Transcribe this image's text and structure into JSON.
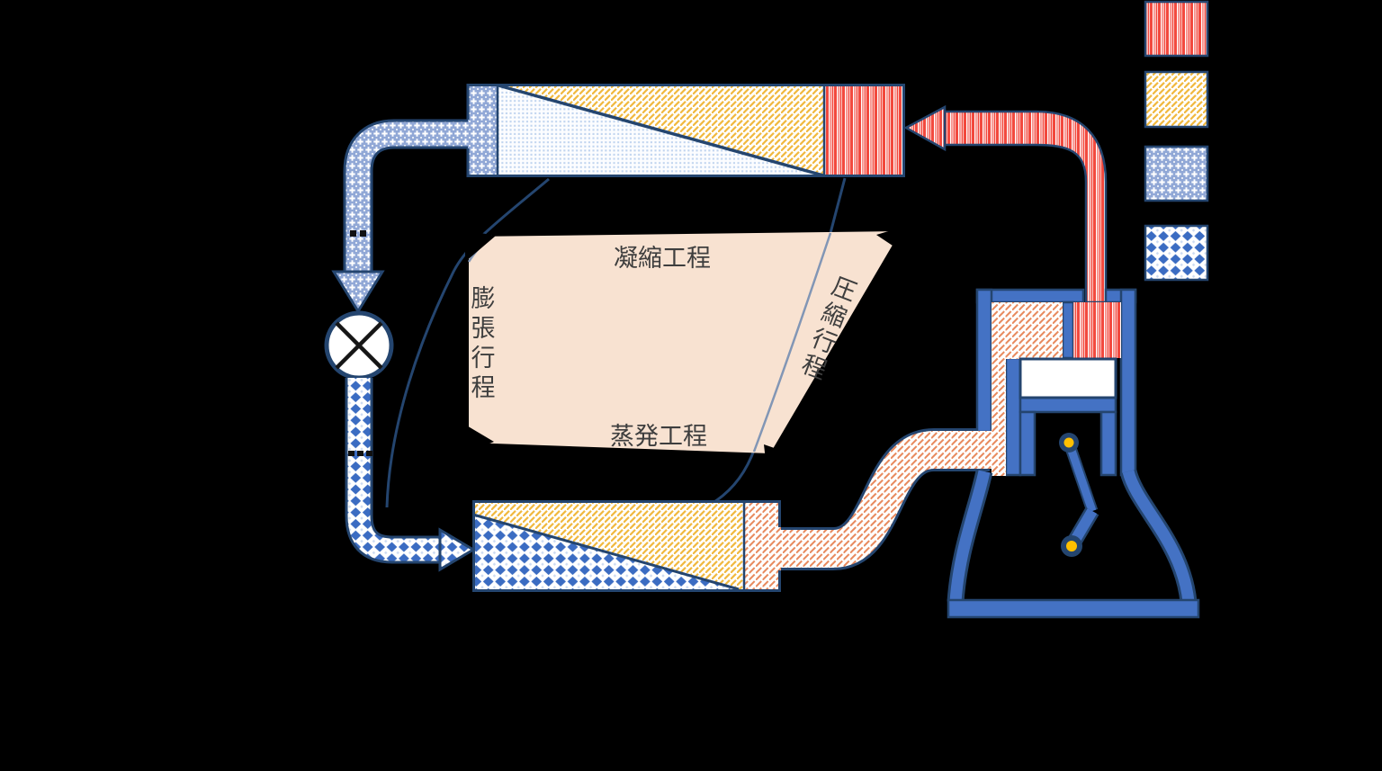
{
  "canvas": {
    "background": "#000000"
  },
  "process_labels": {
    "condensation": "凝縮工程",
    "evaporation": "蒸発工程",
    "expansion": [
      "膨",
      "張",
      "行",
      "程"
    ],
    "compression": [
      "圧",
      "縮",
      "行",
      "程"
    ]
  },
  "legend": {
    "swatches": [
      {
        "name": "red-vertical-stripes-swatch"
      },
      {
        "name": "yellow-diagonal-hatch-swatch"
      },
      {
        "name": "blue-cross-dot-swatch"
      },
      {
        "name": "blue-diamond-swatch"
      }
    ]
  },
  "colors": {
    "outline": "#24456F",
    "machine_blue": "#4472C4",
    "cycle_fill": "#F8E2D1",
    "steel_line": "#8296B5",
    "red": "#F2493E",
    "red_light": "#F7938D",
    "yellow": "#F1B93F",
    "orange": "#E88A5E",
    "light_blue": "#91A8D6",
    "fine_dot_blue": "#C0D4EF",
    "diamond_blue": "#3B6CC2",
    "pin_gold": "#FFC000",
    "valve_cross": "#161616",
    "label_text": "#3E3E3E"
  }
}
